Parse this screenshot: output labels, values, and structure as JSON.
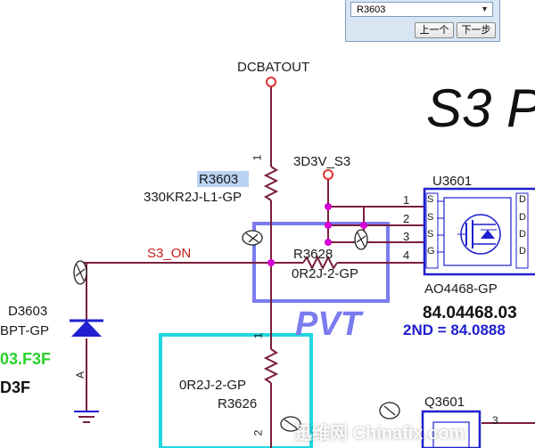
{
  "finder": {
    "value": "R3603",
    "prev_label": "上一个",
    "next_label": "下一步"
  },
  "title": "S3 P",
  "nets": {
    "dcbatout": "DCBATOUT",
    "v3d3": "3D3V_S3",
    "s3_on": "S3_ON"
  },
  "r3603": {
    "ref": "R3603",
    "value": "330KR2J-L1-GP",
    "pin1": "1"
  },
  "r3628": {
    "ref": "R3628",
    "value": "0R2J-2-GP"
  },
  "r3626": {
    "value": "0R2J-2-GP",
    "ref": "R3626",
    "pin1": "1",
    "pin2": "2"
  },
  "u3601": {
    "ref": "U3601",
    "part": "AO4468-GP",
    "pn": "84.04468.03",
    "second": "2ND = 84.0888",
    "pins": [
      "1",
      "2",
      "3",
      "4"
    ],
    "left_pins": [
      "S",
      "S",
      "S",
      "G"
    ],
    "right_pins": [
      "D",
      "D",
      "D",
      "D"
    ]
  },
  "d3603": {
    "ref": "D3603",
    "part": "BPT-GP",
    "code": "03.F3F",
    "anode": "A"
  },
  "d3f": "D3F",
  "q3601": {
    "ref": "Q3601",
    "pin3": "3"
  },
  "pvt": "PVT",
  "watermark": "迅维网 Chinafix.com",
  "colors": {
    "wire": "#7a1f3a",
    "junction": "#d400d4",
    "pvt_box": "#7b7bf0",
    "cyan_box": "#22d6e0",
    "ic": "#1f1fd0",
    "highlight": "#b9d3f2",
    "green": "#2bd12b"
  }
}
